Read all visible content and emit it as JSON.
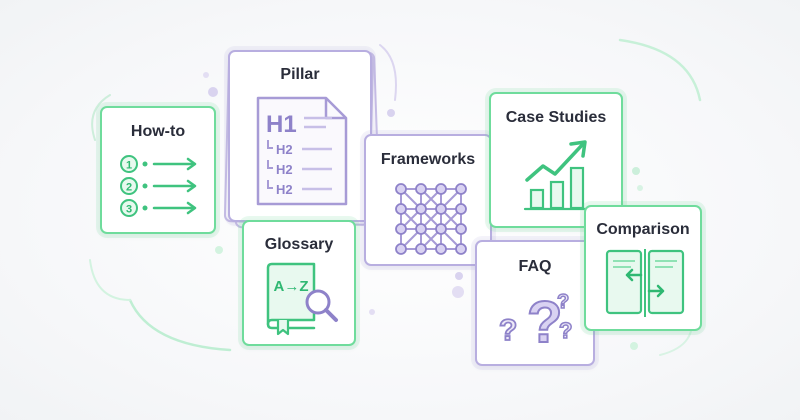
{
  "cards": {
    "howto": {
      "label": "How-to",
      "steps": [
        "1",
        "2",
        "3"
      ]
    },
    "pillar": {
      "label": "Pillar",
      "h1": "H1",
      "h2": [
        "H2",
        "H2",
        "H2"
      ]
    },
    "frameworks": {
      "label": "Frameworks"
    },
    "case_studies": {
      "label": "Case Studies"
    },
    "glossary": {
      "label": "Glossary",
      "book_text": "A→Z"
    },
    "faq": {
      "label": "FAQ"
    },
    "comparison": {
      "label": "Comparison"
    }
  },
  "colors": {
    "green": "#6fdc9c",
    "green_dark": "#2fb872",
    "purple": "#b8aee0",
    "purple_dark": "#8e82c9",
    "text": "#2a2d3a"
  },
  "icons": {
    "howto": "numbered-steps-icon",
    "pillar": "heading-document-icon",
    "frameworks": "node-grid-icon",
    "case_studies": "growth-chart-icon",
    "glossary": "dictionary-magnifier-icon",
    "faq": "question-marks-icon",
    "comparison": "side-by-side-compare-icon"
  }
}
